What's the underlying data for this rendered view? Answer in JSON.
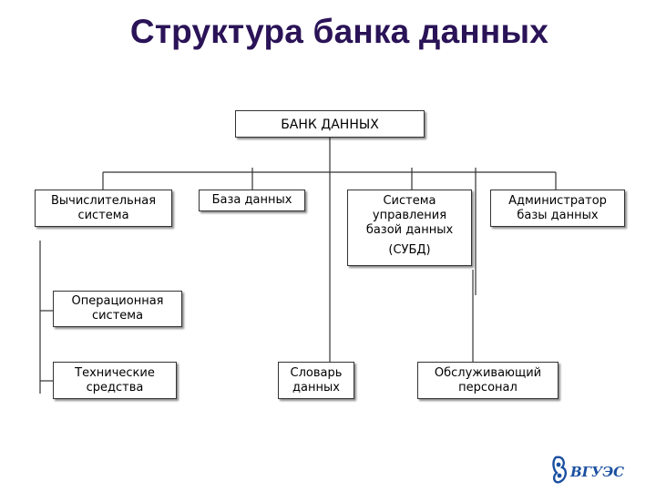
{
  "title": "Структура банка данных",
  "colors": {
    "title": "#2a1357",
    "line": "#333333",
    "logo": "#1a4fa0"
  },
  "nodes": {
    "bank": {
      "label": "БАНК ДАННЫХ"
    },
    "computing": {
      "lines": [
        "Вычислительная",
        "система"
      ]
    },
    "database": {
      "lines": [
        "База данных"
      ]
    },
    "dbms": {
      "lines": [
        "Система",
        "управления",
        "базой данных"
      ],
      "note": "(СУБД)"
    },
    "admin": {
      "lines": [
        "Администратор",
        "базы данных"
      ]
    },
    "os": {
      "lines": [
        "Операционная",
        "система"
      ]
    },
    "hardware": {
      "lines": [
        "Технические",
        "средства"
      ]
    },
    "dictionary": {
      "lines": [
        "Словарь",
        "данных"
      ]
    },
    "staff": {
      "lines": [
        "Обслуживающий",
        "персонал"
      ]
    }
  },
  "logo": {
    "text": "ВГУЭС",
    "icon": "university-emblem-icon"
  }
}
